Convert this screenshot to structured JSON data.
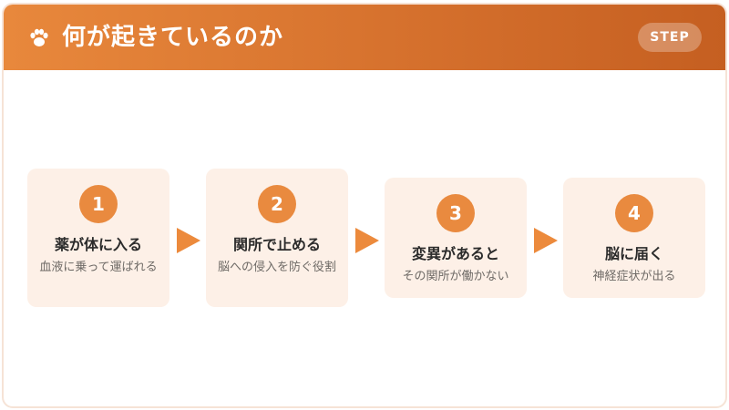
{
  "header": {
    "title": "何が起きているのか",
    "badge": "STEP",
    "icon": "paw-icon",
    "gradient_start": "#e8883c",
    "gradient_end": "#c55f21"
  },
  "steps": [
    {
      "number": "1",
      "title": "薬が体に入る",
      "description": "血液に乗って運ばれる"
    },
    {
      "number": "2",
      "title": "関所で止める",
      "description": "脳への侵入を防ぐ役割"
    },
    {
      "number": "3",
      "title": "変異があると",
      "description": "その関所が働かない"
    },
    {
      "number": "4",
      "title": "脳に届く",
      "description": "神経症状が出る"
    }
  ],
  "colors": {
    "accent": "#e98a3f",
    "card_bg": "#fdf0e7",
    "arrow": "#ec8a3c"
  }
}
